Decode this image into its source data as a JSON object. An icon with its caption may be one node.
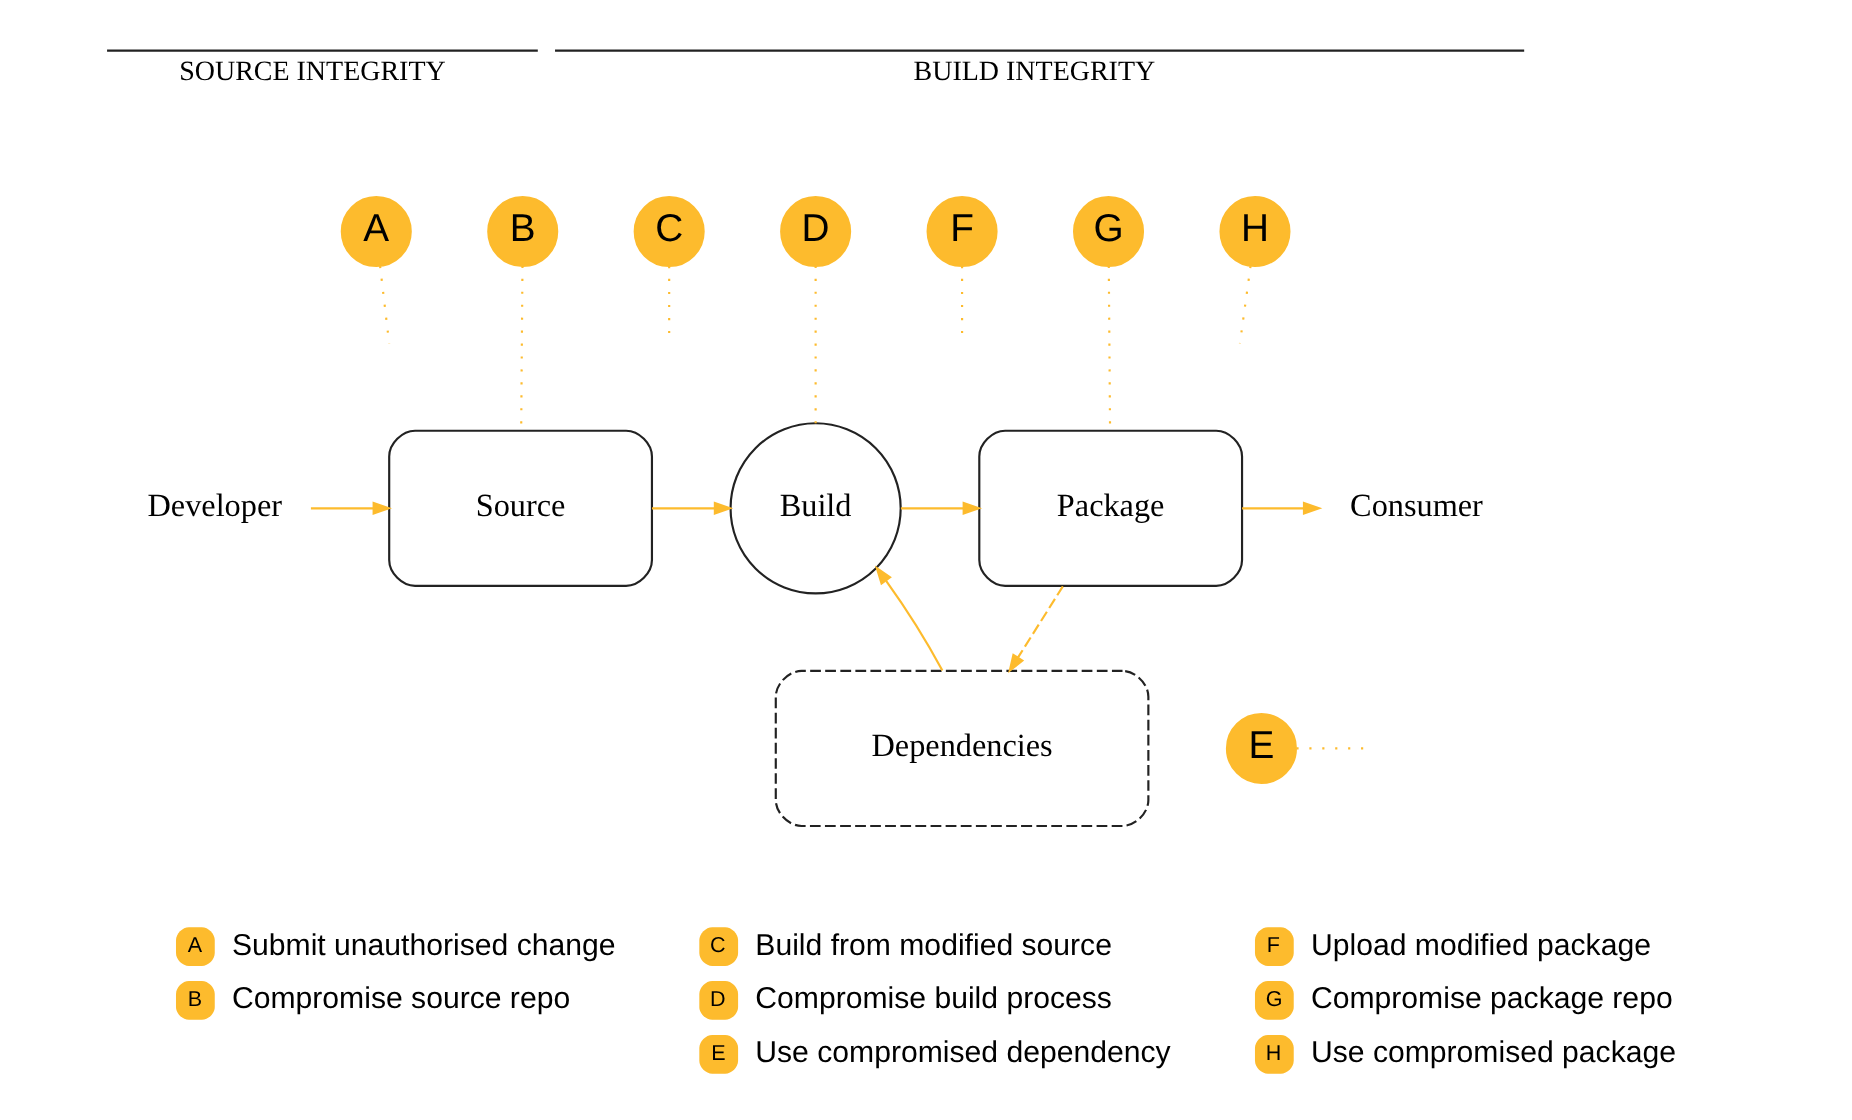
{
  "diagram": {
    "nodes": [
      {
        "text": [
          "A"
        ]
      },
      {
        "text": [
          "B"
        ]
      },
      {
        "text": [
          "C"
        ]
      },
      {
        "text": [
          "D"
        ]
      },
      {
        "text": [
          "F"
        ]
      },
      {
        "text": [
          "G"
        ]
      },
      {
        "text": [
          "H"
        ]
      },
      {
        "text": [
          "Developer"
        ]
      },
      {
        "text": [
          "Source"
        ]
      },
      {
        "text": [
          "Build"
        ]
      },
      {
        "text": [
          "Package"
        ]
      },
      {
        "text": [
          "Consumer"
        ]
      },
      {
        "text": [
          "E"
        ]
      },
      {
        "text": [
          "Dependencies"
        ]
      }
    ],
    "edges": [
      {
        "from": 7,
        "to": 8,
        "arrow": "to"
      },
      {
        "from": 8,
        "to": 9,
        "arrow": "to"
      },
      {
        "from": 9,
        "to": 10,
        "arrow": "to"
      },
      {
        "from": 10,
        "to": 11,
        "arrow": "to"
      },
      {
        "from": 13,
        "to": 9,
        "arrow": "to"
      },
      {
        "from": 10,
        "to": 13,
        "arrow": "to",
        "style": "dashed"
      },
      {
        "from": 0,
        "to": null,
        "arrow": "none",
        "style": "dashed"
      },
      {
        "from": 1,
        "to": 8,
        "arrow": "none",
        "style": "dashed"
      },
      {
        "from": 2,
        "to": null,
        "arrow": "none",
        "style": "dashed"
      },
      {
        "from": 3,
        "to": 9,
        "arrow": "none",
        "style": "dashed"
      },
      {
        "from": 4,
        "to": null,
        "arrow": "none",
        "style": "dashed"
      },
      {
        "from": 5,
        "to": 10,
        "arrow": "none",
        "style": "dashed"
      },
      {
        "from": 6,
        "to": null,
        "arrow": "none",
        "style": "dashed"
      },
      {
        "from": 12,
        "to": null,
        "arrow": "none",
        "style": "dashed"
      }
    ],
    "labels": [
      "SOURCE INTEGRITY",
      "BUILD INTEGRITY",
      "A",
      "B",
      "C",
      "D",
      "E",
      "F",
      "G",
      "H"
    ],
    "legend": [
      {
        "text": "Submit unauthorised change",
        "color": "#fdbb2d"
      },
      {
        "text": "Compromise source repo",
        "color": "#fdbb2d"
      },
      {
        "text": "Build from modified source",
        "color": "#fdbb2d"
      },
      {
        "text": "Compromise build process",
        "color": "#fdbb2d"
      },
      {
        "text": "Use compromised dependency",
        "color": "#fdbb2d"
      },
      {
        "text": "Upload modified package",
        "color": "#fdbb2d"
      },
      {
        "text": "Compromise package repo",
        "color": "#fdbb2d"
      },
      {
        "text": "Use compromised package",
        "color": "#fdbb2d"
      }
    ]
  }
}
